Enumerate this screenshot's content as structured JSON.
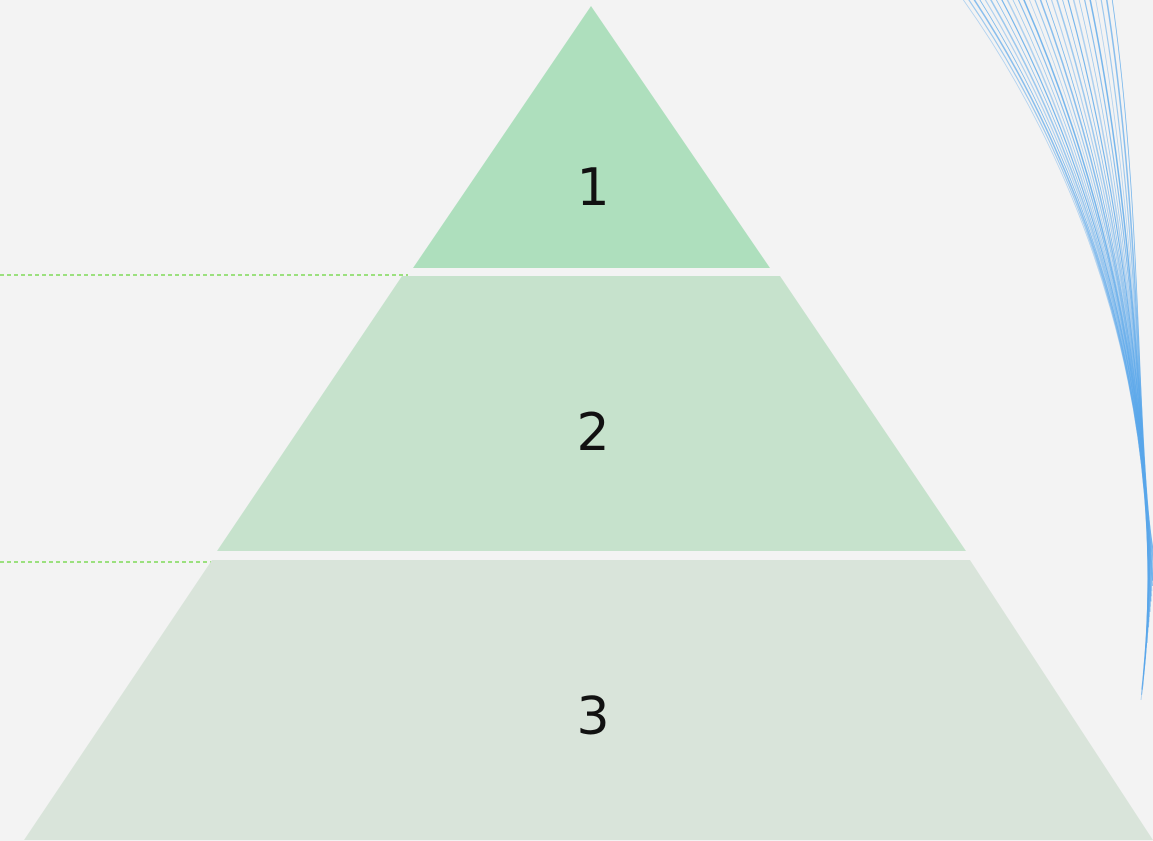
{
  "pyramid": {
    "tiers": [
      {
        "label": "1",
        "color": "#aedfbd"
      },
      {
        "label": "2",
        "color": "#c6e2cc"
      },
      {
        "label": "3",
        "color": "#d9e4da"
      }
    ],
    "guide_line_color": "#7ed957",
    "background_color": "#f3f3f3"
  },
  "decoration": {
    "name": "blue-wave-lines",
    "color": "#5aa7ea"
  }
}
